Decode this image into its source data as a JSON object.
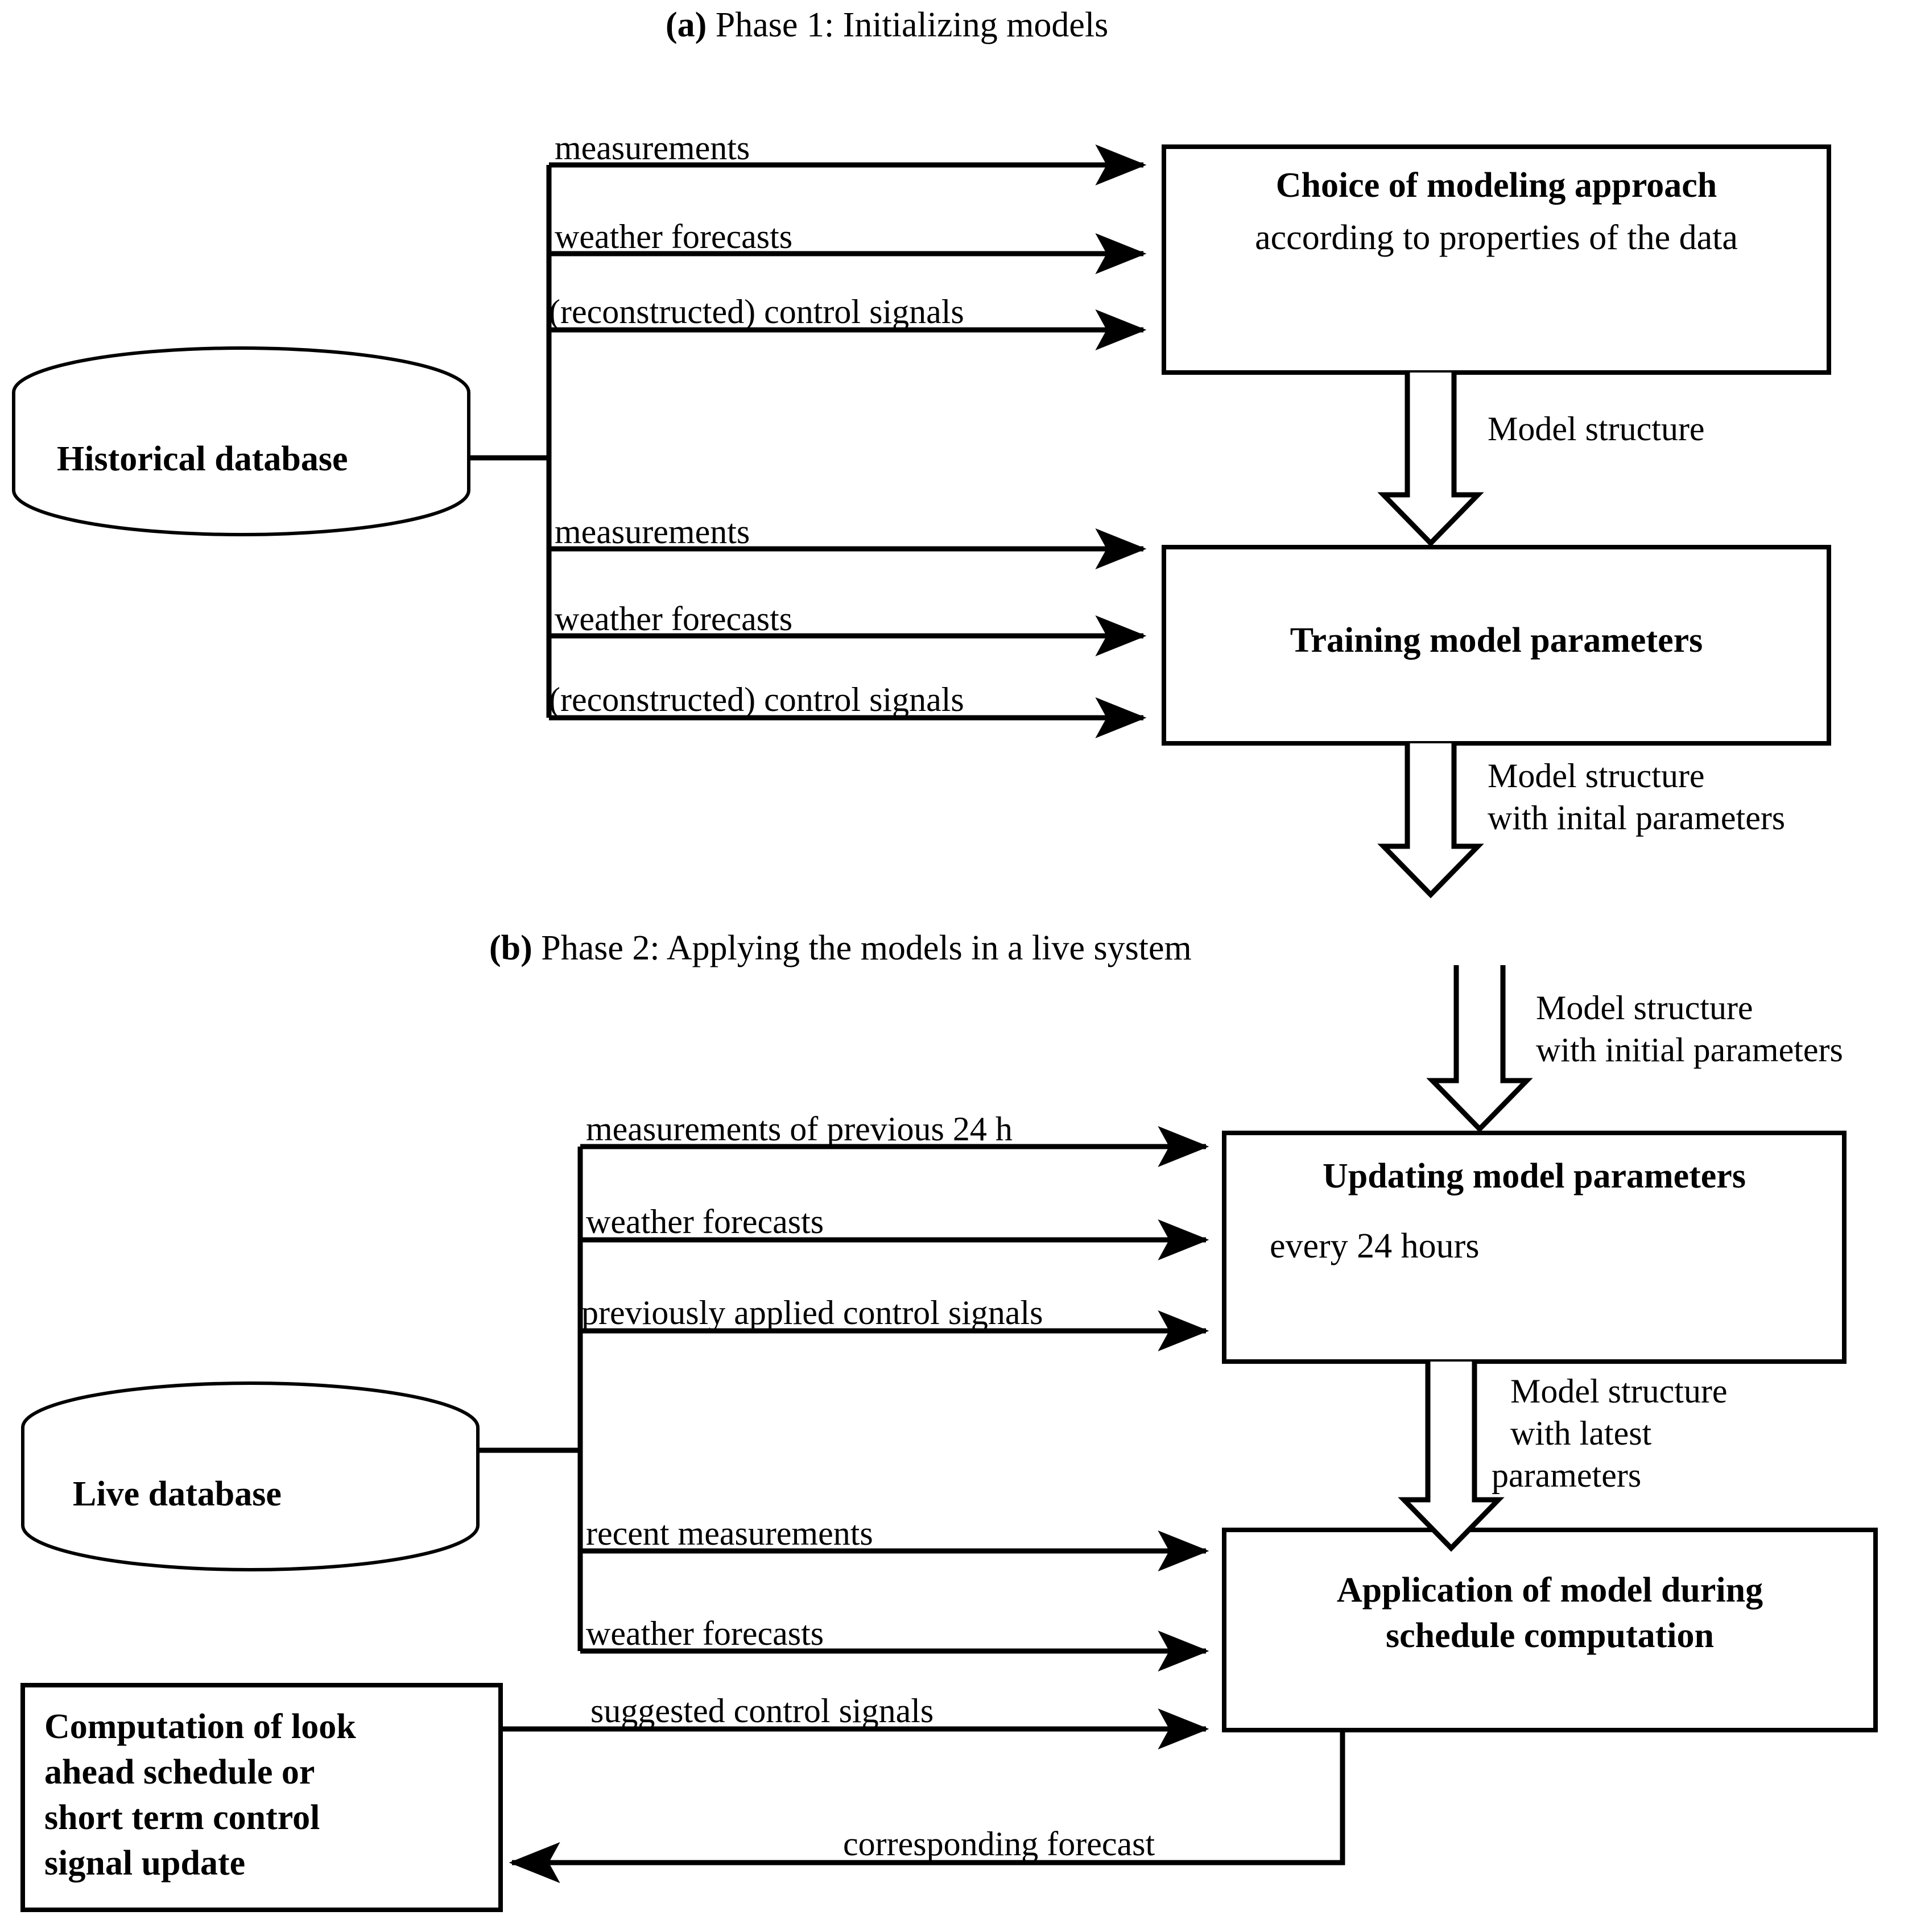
{
  "figure": {
    "type": "flow-diagram",
    "panels": [
      {
        "id": "a",
        "caption_marker": "(a)",
        "caption_text": " Phase 1: Initializing models",
        "nodes": [
          {
            "id": "historical-db",
            "shape": "cylinder",
            "label": "Historical database"
          },
          {
            "id": "choice-box",
            "shape": "rectangle",
            "title": "Choice of modeling approach",
            "subtitle": "according to properties of the data"
          },
          {
            "id": "training-box",
            "shape": "rectangle",
            "title": "Training model parameters",
            "subtitle": ""
          }
        ],
        "edges": [
          {
            "from": "historical-db",
            "to": "choice-box",
            "label": "measurements"
          },
          {
            "from": "historical-db",
            "to": "choice-box",
            "label": "weather forecasts"
          },
          {
            "from": "historical-db",
            "to": "choice-box",
            "label": "(reconstructed) control signals"
          },
          {
            "from": "historical-db",
            "to": "training-box",
            "label": "measurements"
          },
          {
            "from": "historical-db",
            "to": "training-box",
            "label": "weather forecasts"
          },
          {
            "from": "historical-db",
            "to": "training-box",
            "label": "(reconstructed) control signals"
          },
          {
            "from": "choice-box",
            "to": "training-box",
            "label": "Model structure",
            "style": "block-arrow"
          },
          {
            "from": "training-box",
            "to": "updating-box",
            "label_line1": "Model structure",
            "label_line2": "with inital parameters",
            "style": "block-arrow"
          }
        ]
      },
      {
        "id": "b",
        "caption_marker": "(b)",
        "caption_text": " Phase 2: Applying the models in a live system",
        "nodes": [
          {
            "id": "live-db",
            "shape": "cylinder",
            "label": "Live database"
          },
          {
            "id": "updating-box",
            "shape": "rectangle",
            "title": "Updating model parameters",
            "subtitle": "every 24 hours"
          },
          {
            "id": "application-box",
            "shape": "rectangle",
            "title_line1": "Application of model during",
            "title_line2": "schedule computation"
          },
          {
            "id": "computation-box",
            "shape": "rectangle",
            "line1": "Computation of look",
            "line2": "ahead schedule or",
            "line3": "short term control",
            "line4": "signal update"
          }
        ],
        "edges": [
          {
            "from": "phase1",
            "to": "updating-box",
            "label_line1": "Model structure",
            "label_line2": "with initial parameters",
            "style": "block-arrow"
          },
          {
            "from": "live-db",
            "to": "updating-box",
            "label": "measurements of previous 24 h"
          },
          {
            "from": "live-db",
            "to": "updating-box",
            "label": "weather forecasts"
          },
          {
            "from": "live-db",
            "to": "updating-box",
            "label": "previously applied control signals"
          },
          {
            "from": "updating-box",
            "to": "application-box",
            "label_line1": "Model structure",
            "label_line2": "with latest",
            "label_line3": "parameters",
            "style": "block-arrow"
          },
          {
            "from": "live-db",
            "to": "application-box",
            "label": "recent measurements"
          },
          {
            "from": "live-db",
            "to": "application-box",
            "label": "weather forecasts"
          },
          {
            "from": "computation-box",
            "to": "application-box",
            "label": "suggested control signals"
          },
          {
            "from": "application-box",
            "to": "computation-box",
            "label": "corresponding forecast"
          }
        ]
      }
    ],
    "colors": {
      "stroke": "#000000",
      "background": "#ffffff",
      "text": "#000000"
    }
  }
}
